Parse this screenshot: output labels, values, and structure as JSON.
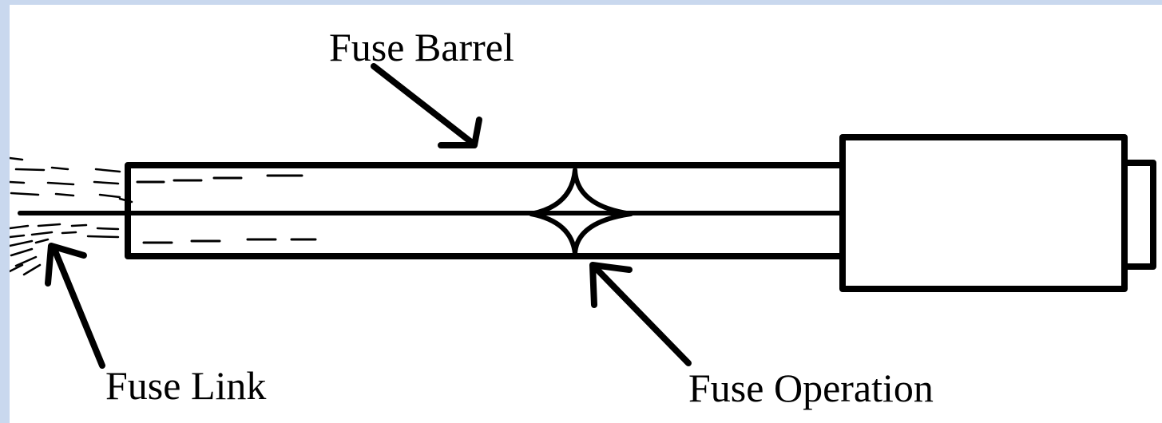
{
  "diagram": {
    "labels": {
      "fuse_barrel": "Fuse Barrel",
      "fuse_link": "Fuse Link",
      "fuse_operation": "Fuse Operation"
    },
    "colors": {
      "line": "#000000",
      "background": "#ffffff",
      "frame": "#c9d8ee"
    }
  }
}
